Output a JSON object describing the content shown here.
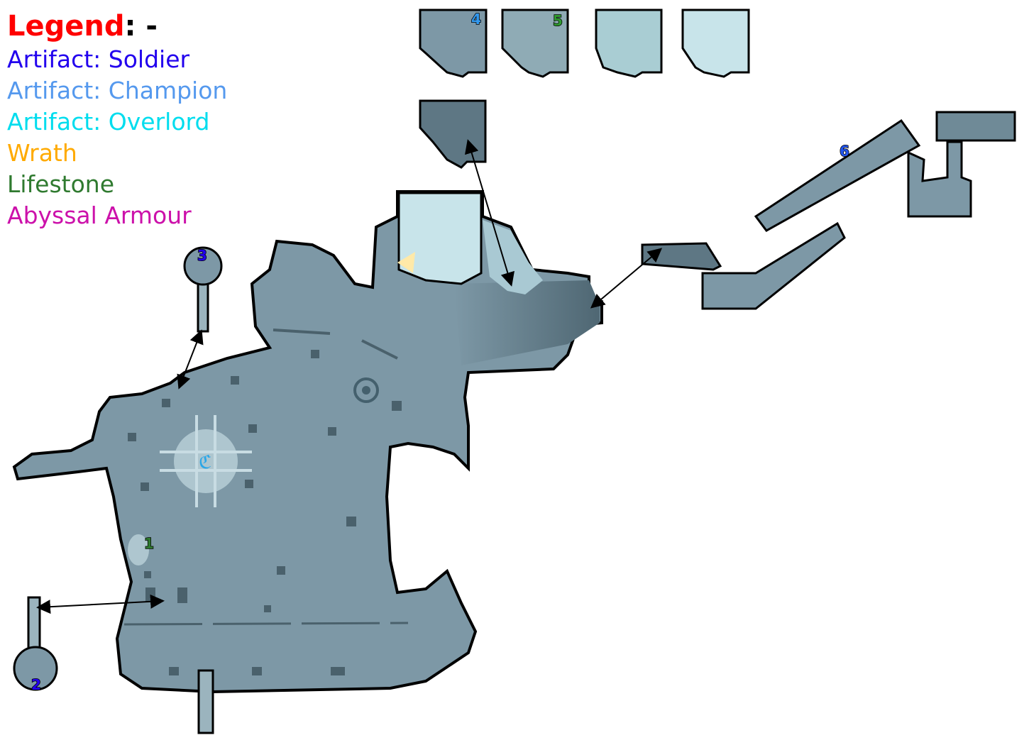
{
  "legend": {
    "title": "Legend",
    "title_suffix": ": -",
    "items": [
      {
        "label": "Artifact: Soldier",
        "color": "#2200ee"
      },
      {
        "label": "Artifact: Champion",
        "color": "#5599ee"
      },
      {
        "label": "Artifact: Overlord",
        "color": "#00ddee"
      },
      {
        "label": "Wrath",
        "color": "#ffaa00"
      },
      {
        "label": "Lifestone",
        "color": "#2f7a2f"
      },
      {
        "label": "Abyssal Armour",
        "color": "#cc11aa"
      }
    ]
  },
  "markers": [
    {
      "label": "1",
      "color": "#2f7a2f"
    },
    {
      "label": "2",
      "color": "#2200ee"
    },
    {
      "label": "3",
      "color": "#2200ee"
    },
    {
      "label": "4",
      "color": "#3399ee"
    },
    {
      "label": "5",
      "color": "#2f9a2f"
    },
    {
      "label": "6",
      "color": "#2255ee"
    }
  ],
  "colors": {
    "floor": "#7d98a6",
    "floor_dark": "#5e7784",
    "floor_light": "#c8e4ea",
    "outline": "#000000"
  }
}
